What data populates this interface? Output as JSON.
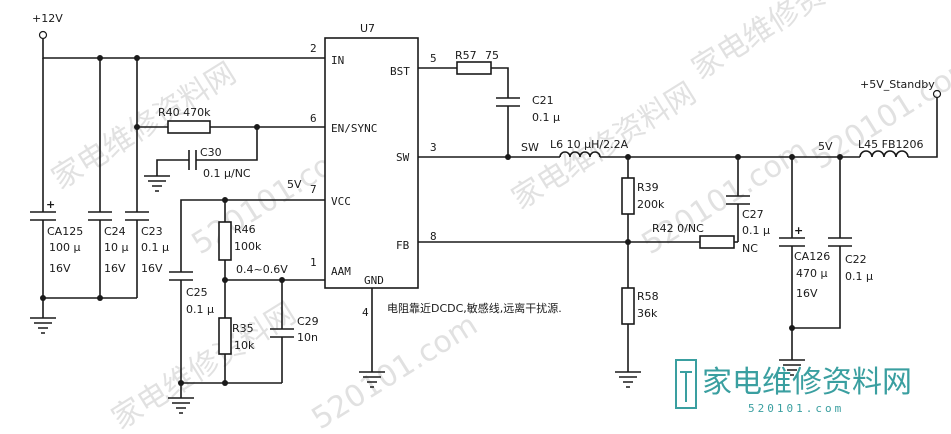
{
  "rails": {
    "vin": "+12V",
    "vout": "+5V_Standby",
    "mid": "5V",
    "vcc": "5V"
  },
  "ic": {
    "ref": "U7",
    "pins": {
      "p2": "2",
      "in": "IN",
      "p6": "6",
      "en": "EN/SYNC",
      "p7": "7",
      "vcc": "VCC",
      "p1": "1",
      "aam": "AAM",
      "p5": "5",
      "bst": "BST",
      "p3": "3",
      "sw": "SW",
      "p8": "8",
      "fb": "FB",
      "gnd": "GND",
      "p4": "4"
    }
  },
  "components": {
    "r57": "R57",
    "r57v": "75",
    "c21": "C21",
    "c21v": "0.1 μ",
    "swnode": "SW",
    "l6": "L6 10 μH/2.2A",
    "r40": "R40 470k",
    "c30": "C30",
    "c30v": "0.1 μ/NC",
    "ca125": "CA125",
    "ca125a": "100 μ",
    "ca125b": "16V",
    "c24": "C24",
    "c24a": "10 μ",
    "c24b": "16V",
    "c23": "C23",
    "c23a": "0.1 μ",
    "c23b": "16V",
    "r46": "R46",
    "r46v": "100k",
    "aamv": "0.4~0.6V",
    "c25": "C25",
    "c25v": "0.1 μ",
    "r35": "R35",
    "r35v": "10k",
    "c29": "C29",
    "c29v": "10n",
    "r39": "R39",
    "r39v": "200k",
    "r42": "R42 0/NC",
    "c27": "C27",
    "c27a": "0.1 μ",
    "c27b": "NC",
    "r58": "R58",
    "r58v": "36k",
    "ca126": "CA126",
    "ca126a": "470 μ",
    "ca126b": "16V",
    "c22": "C22",
    "c22v": "0.1 μ",
    "l45": "L45 FB1206"
  },
  "note": "电阻靠近DCDC,敏感线,远离干扰源.",
  "watermarks": {
    "w1": "家电维修资料网",
    "w2": "520101.com",
    "logo": "家电维修资料网",
    "url": "520101.com"
  }
}
